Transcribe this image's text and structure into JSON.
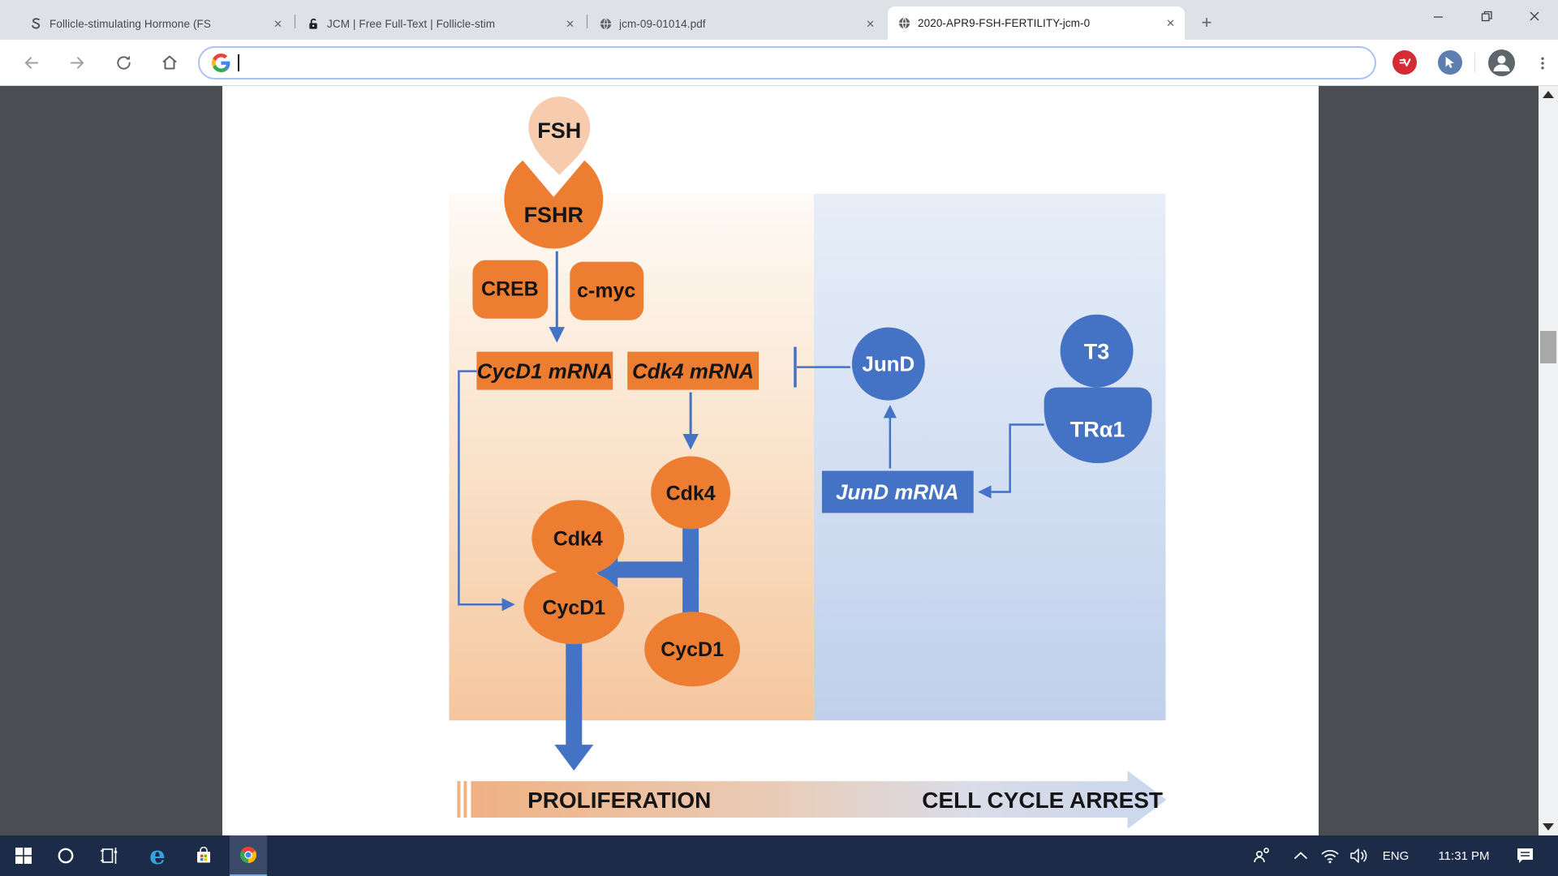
{
  "browser": {
    "tabs": [
      {
        "title": "Follicle-stimulating Hormone (FS",
        "favicon": "s-curve"
      },
      {
        "title": "JCM | Free Full-Text | Follicle-stim",
        "favicon": "unlocked-padlock"
      },
      {
        "title": "jcm-09-01014.pdf",
        "favicon": "globe"
      },
      {
        "title": "2020-APR9-FSH-FERTILITY-jcm-0",
        "favicon": "globe"
      }
    ],
    "close_glyph": "✕",
    "new_tab_glyph": "+",
    "address_bar": {
      "value": ""
    }
  },
  "diagram": {
    "nodes": {
      "fsh": "FSH",
      "fshr": "FSHR",
      "creb": "CREB",
      "cmyc": "c-myc",
      "cycd1_mrna": "CycD1 mRNA",
      "cdk4_mrna": "Cdk4 mRNA",
      "cdk4_complex": "Cdk4",
      "cycd1_complex": "CycD1",
      "cdk4_free": "Cdk4",
      "cycd1_free": "CycD1",
      "jund": "JunD",
      "t3": "T3",
      "tra1": "TRα1",
      "jund_mrna": "JunD mRNA"
    },
    "banner": {
      "left": "PROLIFERATION",
      "right": "CELL CYCLE ARREST"
    },
    "colors": {
      "orange": "#ED7D31",
      "peach": "#F7CBAD",
      "blue": "#4472C4"
    }
  },
  "taskbar": {
    "language": "ENG",
    "time": "11:31 PM"
  }
}
